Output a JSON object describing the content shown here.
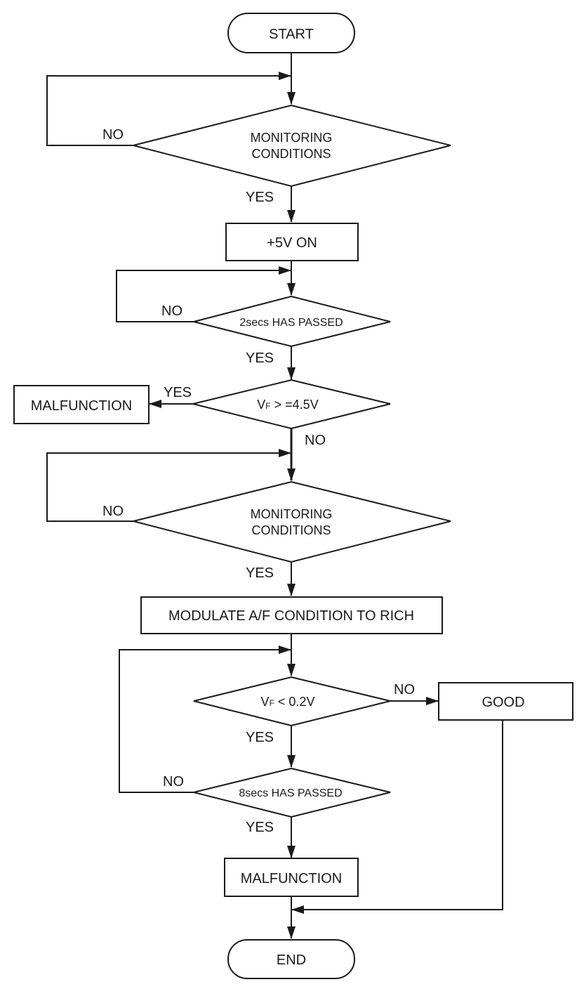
{
  "nodes": {
    "start": "START",
    "monitoring1": [
      "MONITORING",
      "CONDITIONS"
    ],
    "plus5v": "+5V ON",
    "passed2": "2secs HAS PASSED",
    "vf_high": {
      "prefix": "V",
      "sub": "F",
      "suffix": " > =4.5V"
    },
    "malfunction1": "MALFUNCTION",
    "monitoring2": [
      "MONITORING",
      "CONDITIONS"
    ],
    "modulate": "MODULATE A/F CONDITION TO RICH",
    "vf_low": {
      "prefix": "V",
      "sub": "F",
      "suffix": " < 0.2V"
    },
    "good": "GOOD",
    "passed8": "8secs HAS PASSED",
    "malfunction2": "MALFUNCTION",
    "end": "END"
  },
  "labels": {
    "yes": "YES",
    "no": "NO"
  },
  "colors": {
    "line": "#1a1a1a",
    "background": "#ffffff"
  }
}
